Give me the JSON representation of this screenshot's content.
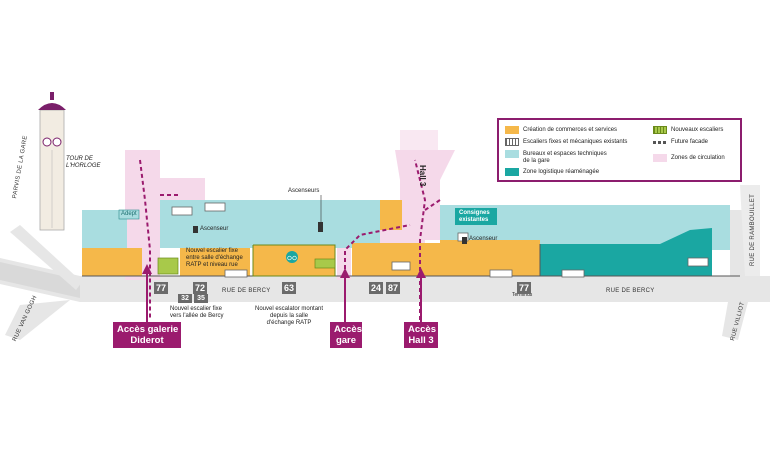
{
  "labels": {
    "tour": "TOUR DE\nL'HORLOGE",
    "parvis": "PARVIS DE LA GARE",
    "van_gogh": "RUE VAN GOGH",
    "rambouillet": "RUE DE RAMBOUILLET",
    "villiot": "RUE VILLIOT",
    "bercy_1": "RUE DE BERCY",
    "bercy_2": "RUE DE BERCY",
    "ascenseurs": "Ascenseurs",
    "ascenseur_left": "Ascenseur",
    "ascenseur_right": "Ascenseur",
    "adept": "Adept",
    "consignes": "Consignes\nexistantes",
    "hall3": "Hall 3",
    "nouvel_escalier": "Nouvel escalier fixe\nentre salle d'échange\nRATP et niveau rue",
    "nouvel_escalier_allee": "Nouvel escalier fixe\nvers l'allée de Bercy",
    "nouvel_escalator": "Nouvel escalator montant\ndepuis la salle\nd'échange RATP",
    "terminus": "Terminus"
  },
  "bus": {
    "b77a": "77",
    "b72": "72",
    "b32": "32",
    "b35": "35",
    "b63": "63",
    "b24": "24",
    "b87": "87",
    "b77b": "77"
  },
  "access": {
    "diderot": "Accès galerie\nDiderot",
    "gare": "Accès\ngare",
    "hall3": "Accès\nHall 3"
  },
  "legend": {
    "commerces": "Création de commerces et services",
    "escaliers": "Escaliers fixes et mécaniques existants",
    "bureaux": "Bureaux et espaces techniques\nde la gare",
    "logistique": "Zone logistique réaménagée",
    "nouveaux": "Nouveaux escaliers",
    "facade": "Future facade",
    "circulation": "Zones de circulation"
  },
  "colors": {
    "commerce": "#f5b84a",
    "bureaux": "#a9dde0",
    "logistique": "#1aa7a2",
    "circulation": "#f5d9ea",
    "access": "#9b1b6e",
    "road": "#e6e6e6",
    "new_stairs": "#a8c94a"
  }
}
